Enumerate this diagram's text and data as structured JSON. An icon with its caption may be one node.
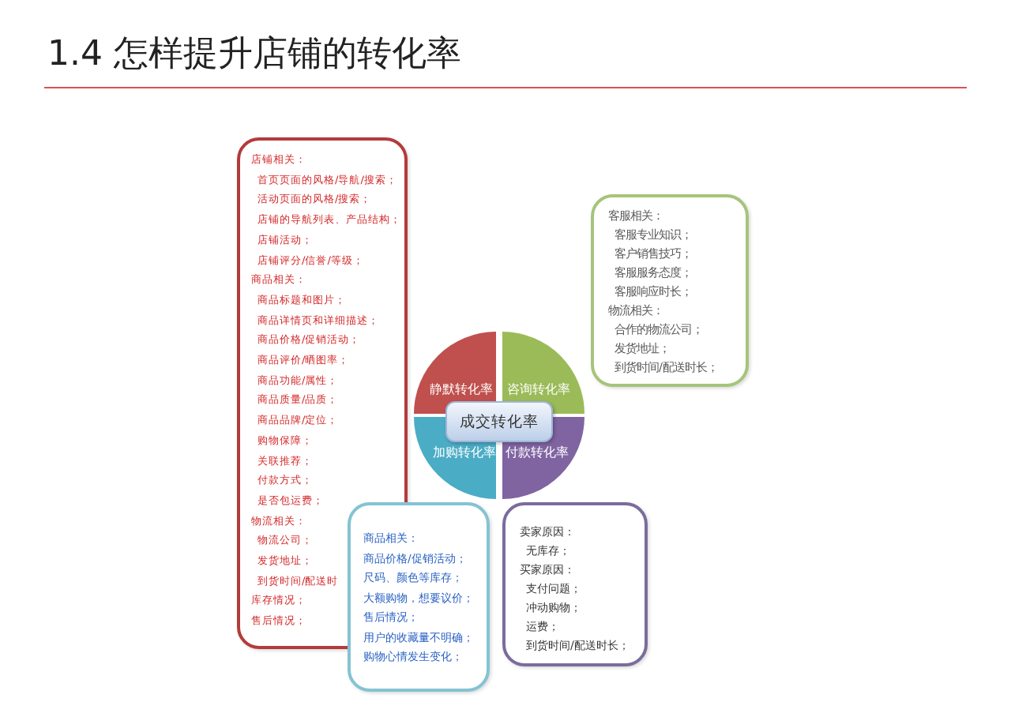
{
  "diagram": {
    "title": "1.4 怎样提升店铺的转化率",
    "nodes": [
      {
        "text": [
          "店铺相关：",
          "首页页面的风格/导航/搜索；",
          "活动页面的风格/搜索；",
          "店铺的导航列表、产品结构；",
          "店铺活动；",
          "店铺评分/信誉/等级；",
          "商品相关：",
          "商品标题和图片；",
          "商品详情页和详细描述；",
          "商品价格/促销活动；",
          "商品评价/晒图率；",
          "商品功能/属性；",
          "商品质量/品质；",
          "商品品牌/定位；",
          "购物保障；",
          "关联推荐；",
          "付款方式；",
          "是否包运费；",
          "物流相关：",
          "物流公司；",
          "发货地址；",
          "到货时间/配送时",
          "库存情况；",
          "售后情况；"
        ]
      },
      {
        "text": [
          "客服相关：",
          "客服专业知识；",
          "客户销售技巧；",
          "客服服务态度；",
          "客服响应时长；",
          "物流相关：",
          "合作的物流公司；",
          "发货地址；",
          "到货时间/配送时长；"
        ]
      },
      {
        "text": [
          "静默转化率"
        ]
      },
      {
        "text": [
          "咨询转化率"
        ]
      },
      {
        "text": [
          "成交转化率"
        ]
      },
      {
        "text": [
          "加购转化率"
        ]
      },
      {
        "text": [
          "付款转化率"
        ]
      },
      {
        "text": [
          "商品相关：",
          "商品价格/促销活动；",
          "尺码、颜色等库存；",
          "大额购物，想要议价；",
          "售后情况；",
          "用户的收藏量不明确；",
          "购物心情发生变化；"
        ]
      },
      {
        "text": [
          "卖家原因：",
          "无库存；",
          "买家原因：",
          "支付问题；",
          "冲动购物；",
          "运费；",
          "到货时间/配送时长；"
        ]
      }
    ]
  }
}
